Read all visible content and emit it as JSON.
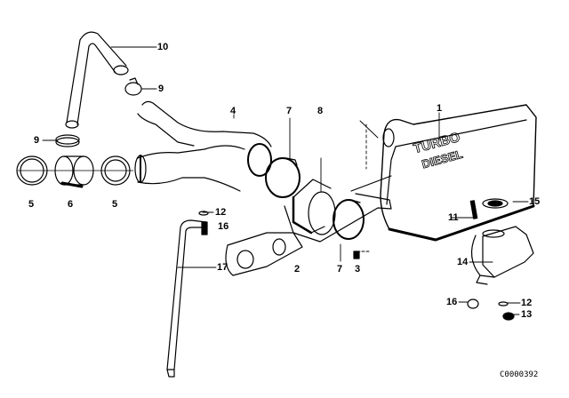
{
  "diagram": {
    "callouts": {
      "c10": "10",
      "c9a": "9",
      "c9b": "9",
      "c4": "4",
      "c7a": "7",
      "c8": "8",
      "c1": "1",
      "c5a": "5",
      "c6": "6",
      "c5b": "5",
      "c12a": "12",
      "c16a": "16",
      "c17": "17",
      "c2": "2",
      "c7b": "7",
      "c3": "3",
      "c15": "15",
      "c11": "11",
      "c14": "14",
      "c16b": "16",
      "c12b": "12",
      "c13": "13"
    },
    "housing_lettering": [
      "TURBO",
      "DIESEL"
    ],
    "diagram_code": "C0000392"
  }
}
